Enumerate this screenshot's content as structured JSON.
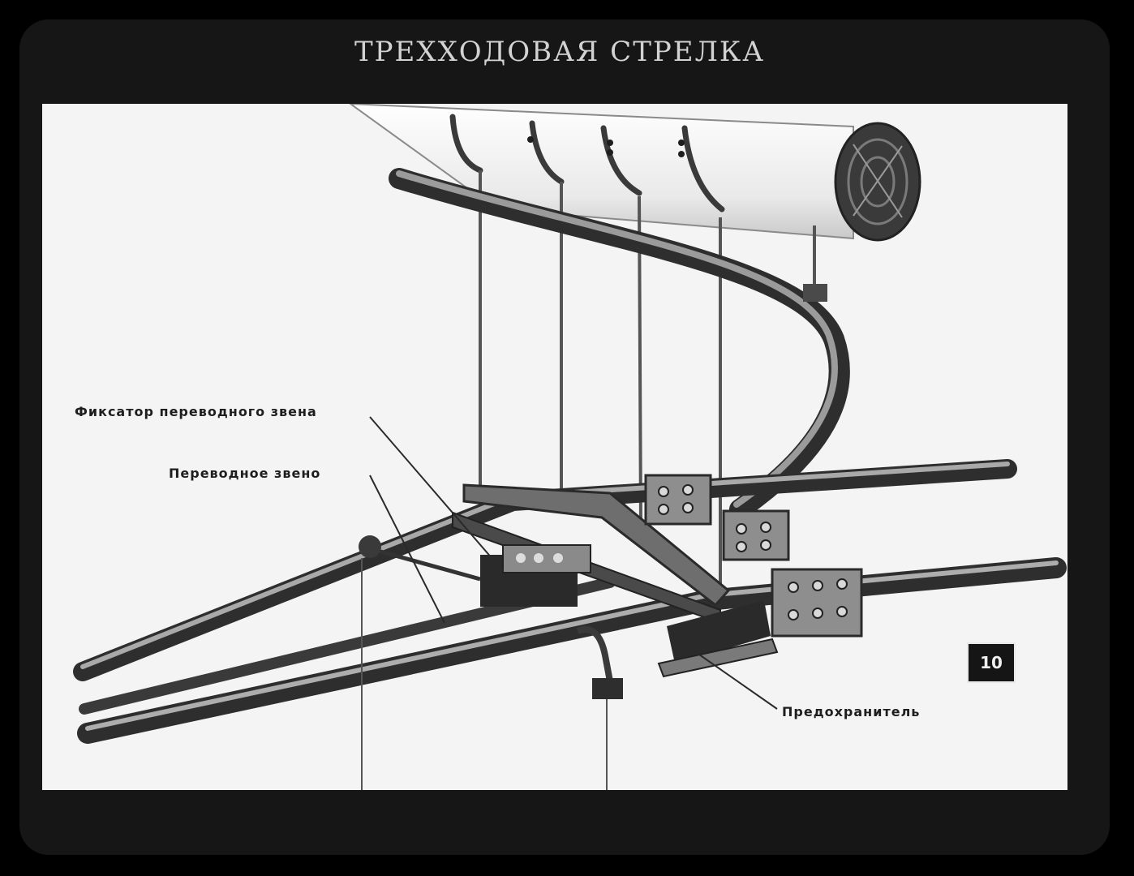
{
  "slide": {
    "title": "ТРЕХХОДОВАЯ СТРЕЛКА",
    "page_number": "10"
  },
  "labels": {
    "fixator": "Фиксатор переводного звена",
    "link": "Переводное звено",
    "fuse": "Предохранитель"
  },
  "colors": {
    "background": "#000000",
    "panel": "#f4f4f4",
    "ink": "#1e1e1e",
    "metal_dark": "#2a2a2a",
    "metal_mid": "#6e6e6e",
    "metal_light": "#b9b9b9"
  }
}
